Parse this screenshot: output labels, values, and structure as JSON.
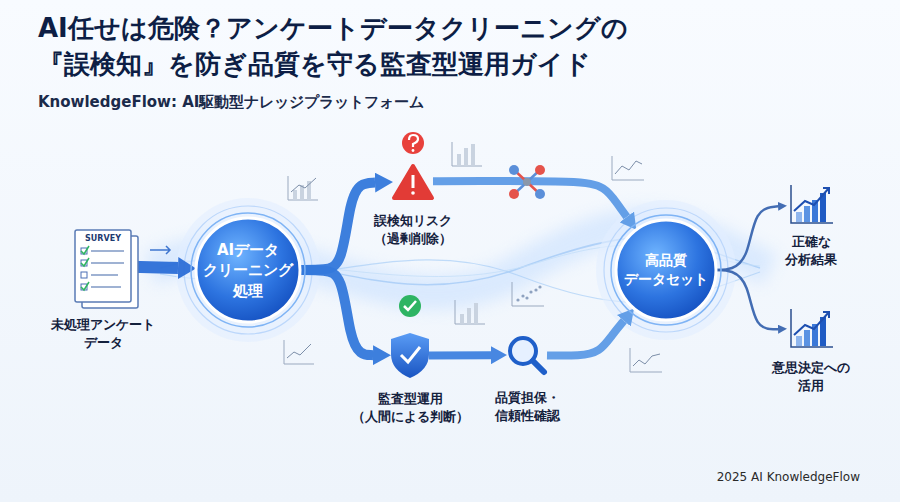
{
  "diagram": {
    "title": "AI任せは危険？アンケートデータクリーニングの 『誤検知』を防ぎ品質を守る監査型運用ガイド",
    "nodes": [
      {
        "text": [
          "SURVEY",
          "未処理アンケート データ"
        ]
      },
      {
        "text": [
          "AIデータ クリーニング 処理"
        ]
      },
      {
        "text": [
          "誤検知リスク （過剰削除）"
        ]
      },
      {
        "text": [
          "監査型運用 （人間による判断）"
        ]
      },
      {
        "text": [
          "品質担保・ 信頼性確認"
        ]
      },
      {
        "text": [
          "高品質 データセット"
        ]
      },
      {
        "text": [
          "正確な 分析結果"
        ]
      },
      {
        "text": [
          "意思決定への 活用"
        ]
      }
    ],
    "edges": [
      {
        "from": 0,
        "to": 1,
        "arrow": "to"
      },
      {
        "from": 1,
        "to": 2,
        "arrow": "to"
      },
      {
        "from": 1,
        "to": 3,
        "arrow": "to"
      },
      {
        "from": 2,
        "to": 5,
        "arrow": "to"
      },
      {
        "from": 3,
        "to": 4,
        "arrow": "to"
      },
      {
        "from": 4,
        "to": 5,
        "arrow": "to"
      },
      {
        "from": 5,
        "to": 6,
        "arrow": "to"
      },
      {
        "from": 5,
        "to": 7,
        "arrow": "to"
      }
    ],
    "labels": [
      "KnowledgeFlow: AI駆動型ナレッジプラットフォーム",
      "2025 AI KnowledgeFlow"
    ]
  }
}
